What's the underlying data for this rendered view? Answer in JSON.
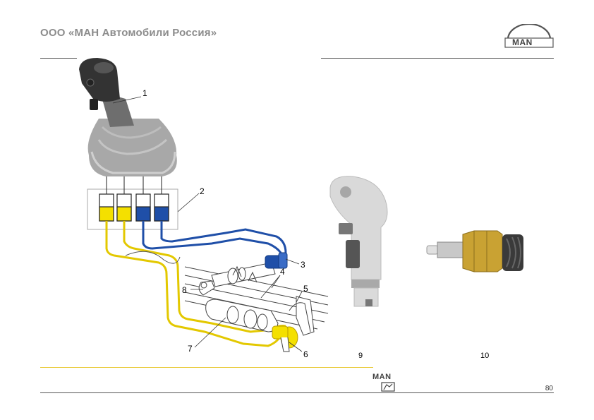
{
  "header": {
    "company": "ООО «МАН Автомобили Россия»",
    "logo_text": "MAN"
  },
  "figure": {
    "callouts": [
      "1",
      "2",
      "3",
      "4",
      "5",
      "6",
      "7",
      "8"
    ],
    "labels": [
      "9",
      "10"
    ]
  },
  "footer": {
    "logo_text": "MAN",
    "page_number": "80"
  },
  "colors": {
    "yellow": "#f4e000",
    "blue": "#1f4fa8",
    "grey": "#9a9a9a",
    "gold": "#c9a233"
  }
}
